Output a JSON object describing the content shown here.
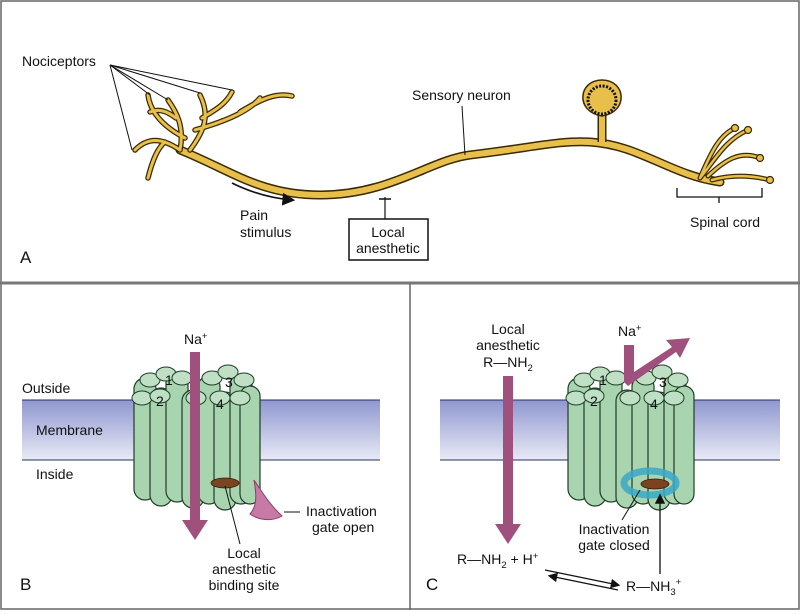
{
  "panel_a": {
    "letter": "A",
    "nociceptors": "Nociceptors",
    "sensory_neuron": "Sensory neuron",
    "pain_line1": "Pain",
    "pain_line2": "stimulus",
    "local_line1": "Local",
    "local_line2": "anesthetic",
    "spinal_cord": "Spinal cord"
  },
  "panel_b": {
    "letter": "B",
    "ion": "Na",
    "ion_charge": "+",
    "outside": "Outside",
    "membrane": "Membrane",
    "inside": "Inside",
    "subunits": [
      "1",
      "2",
      "3",
      "4"
    ],
    "gate_line1": "Inactivation",
    "gate_line2": "gate open",
    "site_line1": "Local",
    "site_line2": "anesthetic",
    "site_line3": "binding site"
  },
  "panel_c": {
    "letter": "C",
    "ion": "Na",
    "ion_charge": "+",
    "drug_line1": "Local",
    "drug_line2": "anesthetic",
    "drug_formula_a": "R—NH",
    "drug_formula_a_sub": "2",
    "subunits": [
      "1",
      "2",
      "3",
      "4"
    ],
    "gate_line1": "Inactivation",
    "gate_line2": "gate closed",
    "eq_left": "R—NH",
    "eq_left_sub": "2",
    "eq_plus": " + H",
    "eq_plus_sup": "+",
    "eq_right": "R—NH",
    "eq_right_sub": "3",
    "eq_right_sup": "+"
  },
  "colors": {
    "neuron": "#e8bf4a",
    "neuron_edge": "#3b2a00",
    "channel": "#a9d4b0",
    "channel_edge": "#1f3d27",
    "membrane_top": "#8f97cf",
    "membrane_bottom": "#e4e6f5",
    "arrow": "#a0507c",
    "binding_site": "#7a4420",
    "blocked_halo": "#3aa8c8"
  }
}
